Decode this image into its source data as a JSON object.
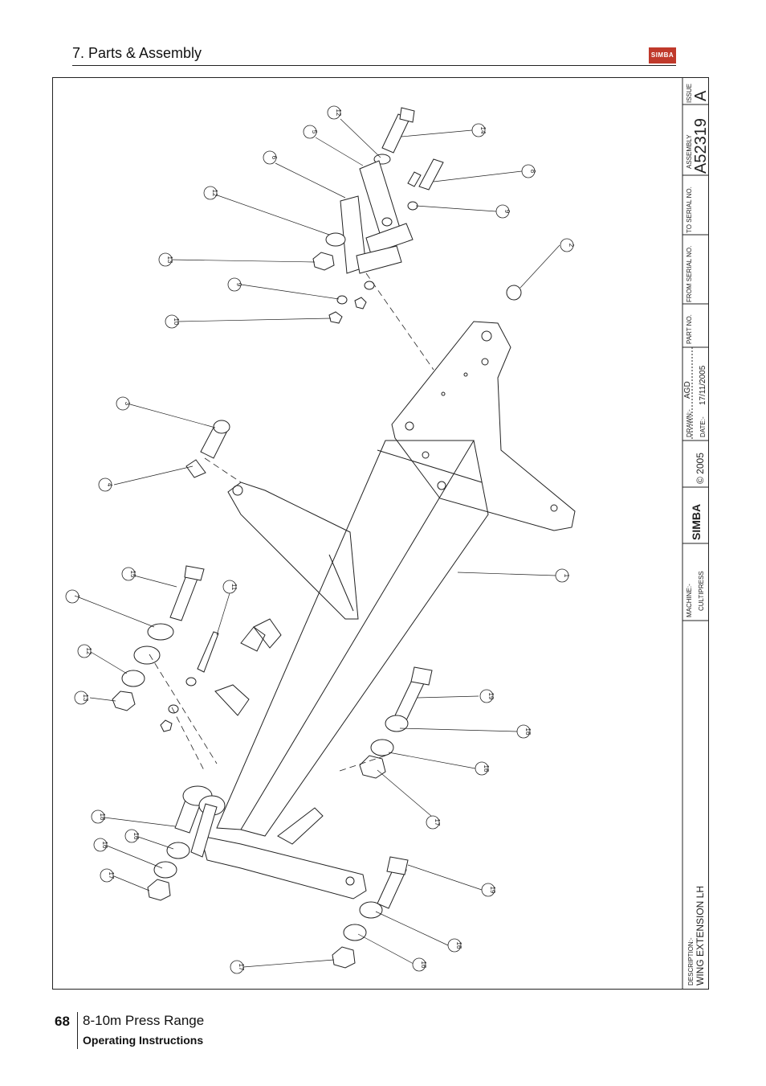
{
  "header": {
    "section_title": "7. Parts & Assembly",
    "logo_text": "SIMBA"
  },
  "title_block": {
    "drawing_number": "A52319",
    "issue_label": "ISSUE",
    "issue": "A",
    "assembly_label": "ASSEMBLY",
    "to_serial_label": "TO SERIAL NO.",
    "from_serial_label": "FROM SERIAL NO.",
    "part_no_label": "PART NO.",
    "drawn_label": "DRAWN:-",
    "drawn_by": "AGD",
    "date_label": "DATE:-",
    "date": "17/11/2005",
    "copyright": "© 2005",
    "brand": "SIMBA",
    "machine_label": "MACHINE:-",
    "machine": "CULTIPRESS",
    "description_label": "DESCRIPTION:-",
    "description": "WING EXTENSION LH"
  },
  "callouts": [
    {
      "n": "12"
    },
    {
      "n": "14"
    },
    {
      "n": "5"
    },
    {
      "n": "6"
    },
    {
      "n": "8"
    },
    {
      "n": "12"
    },
    {
      "n": "9"
    },
    {
      "n": "13"
    },
    {
      "n": "2"
    },
    {
      "n": "9"
    },
    {
      "n": "10"
    },
    {
      "n": "3"
    },
    {
      "n": "4"
    },
    {
      "n": "15"
    },
    {
      "n": "11"
    },
    {
      "n": "7"
    },
    {
      "n": "1"
    },
    {
      "n": "12"
    },
    {
      "n": "13"
    },
    {
      "n": "19"
    },
    {
      "n": "16"
    },
    {
      "n": "16"
    },
    {
      "n": "17"
    },
    {
      "n": "18"
    },
    {
      "n": "16"
    },
    {
      "n": "16"
    },
    {
      "n": "17"
    },
    {
      "n": "19"
    },
    {
      "n": "16"
    },
    {
      "n": "16"
    },
    {
      "n": "17"
    }
  ],
  "footer": {
    "page_number": "68",
    "range_title": "8-10m Press Range",
    "subtitle": "Operating Instructions"
  }
}
